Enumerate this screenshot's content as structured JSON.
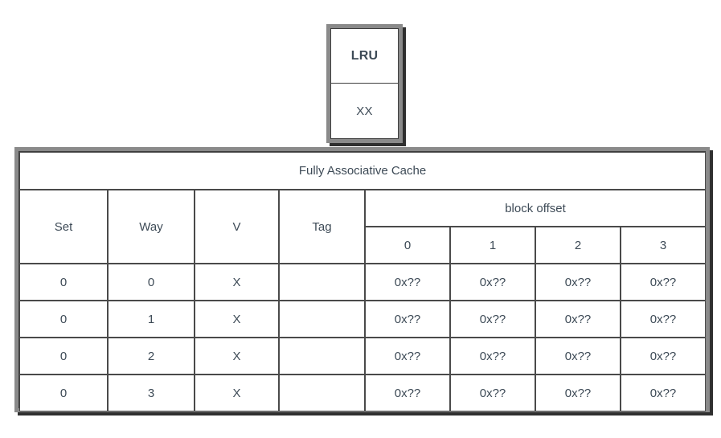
{
  "page": {
    "background_color": "#ffffff",
    "text_color": "#3d4a56",
    "border_color": "#4a4a4a",
    "frame_color": "#8a8a8a",
    "shadow_color": "#2f2f2f"
  },
  "lru_box": {
    "title": "LRU",
    "value": "XX"
  },
  "cache_table": {
    "title": "Fully Associative Cache",
    "headers": {
      "set": "Set",
      "way": "Way",
      "valid": "V",
      "tag": "Tag",
      "block_offset": "block offset",
      "block_offset_columns": [
        "0",
        "1",
        "2",
        "3"
      ]
    },
    "rows": [
      {
        "set": "0",
        "way": "0",
        "valid": "X",
        "tag": "",
        "data": [
          "0x??",
          "0x??",
          "0x??",
          "0x??"
        ]
      },
      {
        "set": "0",
        "way": "1",
        "valid": "X",
        "tag": "",
        "data": [
          "0x??",
          "0x??",
          "0x??",
          "0x??"
        ]
      },
      {
        "set": "0",
        "way": "2",
        "valid": "X",
        "tag": "",
        "data": [
          "0x??",
          "0x??",
          "0x??",
          "0x??"
        ]
      },
      {
        "set": "0",
        "way": "3",
        "valid": "X",
        "tag": "",
        "data": [
          "0x??",
          "0x??",
          "0x??",
          "0x??"
        ]
      }
    ]
  }
}
